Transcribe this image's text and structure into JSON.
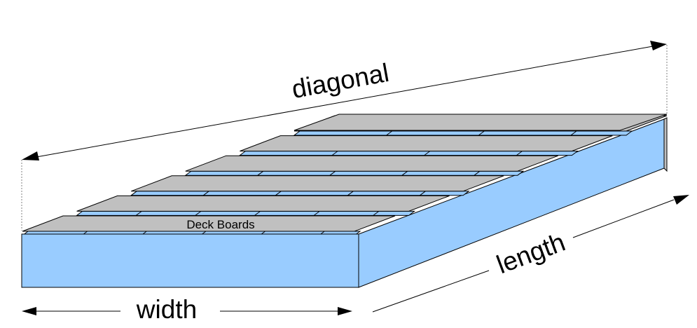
{
  "diagram": {
    "title": "Deck dimensions",
    "labels": {
      "diagonal": "diagonal",
      "width": "width",
      "length": "length",
      "deck_boards": "Deck Boards"
    },
    "board_rows": 6,
    "colors": {
      "frame": "#99ccff",
      "boards": "#c0c0c0",
      "outline": "#000000",
      "gap": "#99ccff",
      "dim_line": "#000000",
      "guide": "#808080"
    }
  }
}
